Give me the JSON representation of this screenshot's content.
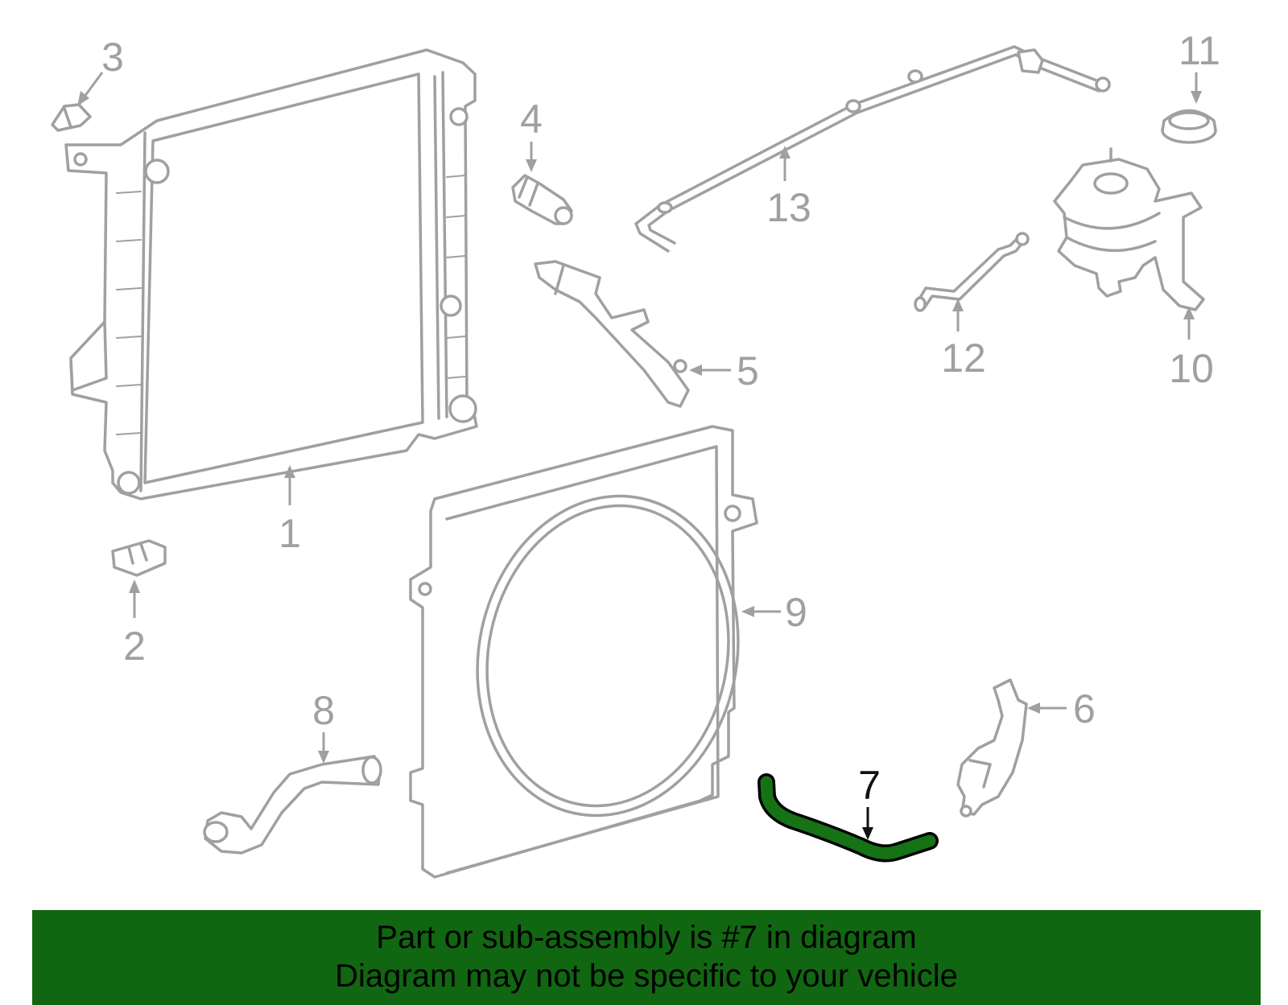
{
  "diagram": {
    "callouts": {
      "c1": "1",
      "c2": "2",
      "c3": "3",
      "c4": "4",
      "c5": "5",
      "c6": "6",
      "c7": "7",
      "c8": "8",
      "c9": "9",
      "c10": "10",
      "c11": "11",
      "c12": "12",
      "c13": "13"
    },
    "highlighted_part": "7",
    "colors": {
      "line_art": "#a0a0a0",
      "highlight_hose": "#157215",
      "banner_background": "#116611",
      "text_dark": "#000000"
    }
  },
  "banner": {
    "line1": "Part or sub-assembly is #7 in diagram",
    "line2": "Diagram may not be specific to your vehicle"
  }
}
